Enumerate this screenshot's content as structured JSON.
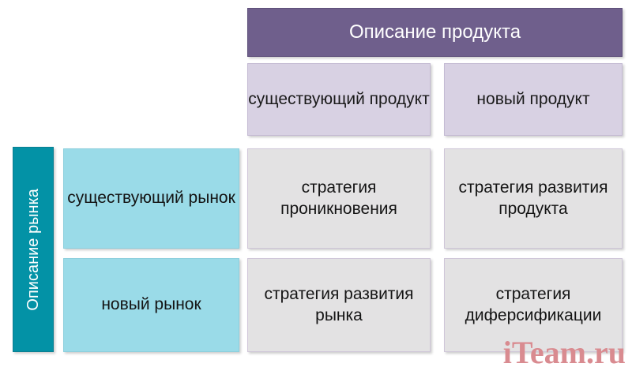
{
  "diagram": {
    "title_product_axis": "Описание продукта",
    "title_market_axis": "Описание рынка",
    "column_headers": [
      "существующий продукт",
      "новый продукт"
    ],
    "row_headers": [
      "существующий рынок",
      "новый рынок"
    ],
    "cells": [
      [
        "стратегия проникновения",
        "стратегия развития продукта"
      ],
      [
        "стратегия развития рынка",
        "стратегия диферсификации"
      ]
    ],
    "colors": {
      "product_header_bg": "#6f5f8c",
      "column_header_bg": "#d8d1e3",
      "market_header_bg": "#0392a6",
      "row_header_bg": "#9adbe8",
      "body_cell_bg": "#e3e2e3",
      "watermark": "#d98b90"
    }
  },
  "watermark": {
    "text": "iTeam.ru"
  }
}
